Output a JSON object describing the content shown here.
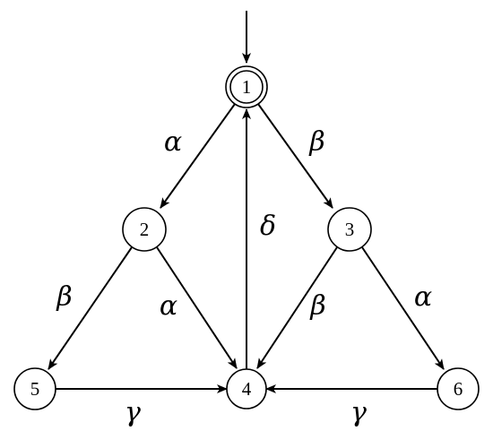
{
  "automaton": {
    "states": [
      {
        "id": "1",
        "label": "1",
        "initial": true,
        "accepting": true
      },
      {
        "id": "2",
        "label": "2"
      },
      {
        "id": "3",
        "label": "3"
      },
      {
        "id": "4",
        "label": "4"
      },
      {
        "id": "5",
        "label": "5"
      },
      {
        "id": "6",
        "label": "6"
      }
    ],
    "transitions": [
      {
        "from": "1",
        "to": "2",
        "label": "α"
      },
      {
        "from": "1",
        "to": "3",
        "label": "β"
      },
      {
        "from": "4",
        "to": "1",
        "label": "δ"
      },
      {
        "from": "2",
        "to": "5",
        "label": "β"
      },
      {
        "from": "2",
        "to": "4",
        "label": "α"
      },
      {
        "from": "3",
        "to": "4",
        "label": "β"
      },
      {
        "from": "3",
        "to": "6",
        "label": "α"
      },
      {
        "from": "5",
        "to": "4",
        "label": "γ"
      },
      {
        "from": "6",
        "to": "4",
        "label": "γ"
      }
    ]
  },
  "colors": {
    "stroke": "#000000",
    "fill": "#ffffff"
  }
}
